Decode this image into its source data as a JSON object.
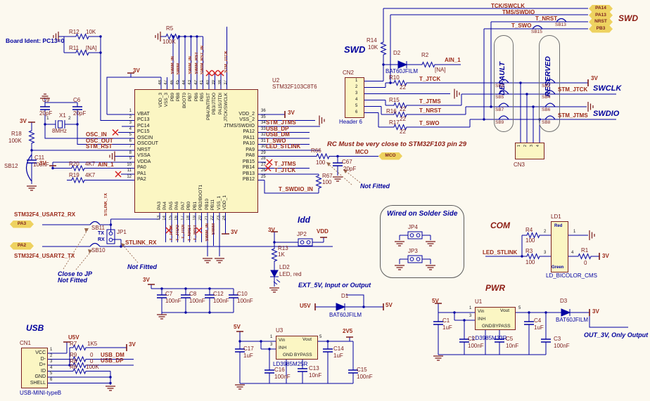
{
  "notes": {
    "board_ident": "Board Ident: PC13=0",
    "rc_close": "RC Must be very close to STM32F103 pin 29",
    "not_fitted": "Not Fitted",
    "close_to_jp": "Close to JP",
    "wired_solder": "Wired on Solder Side",
    "ext_5v": "EXT_5V, Input or Output",
    "out_3v": "OUT_3V, Only Output"
  },
  "rails": {
    "v3": "3V",
    "v5": "5V",
    "v2_5": "2V5",
    "u5v": "U5V",
    "vdd": "VDD"
  },
  "headers": {
    "swd": "SWD",
    "usb": "USB",
    "idd": "Idd",
    "com": "COM",
    "pwr": "PWR",
    "swclk": "SWCLK",
    "swdio": "SWDIO",
    "default_col": "DEFAULT",
    "reserved_col": "RESERVED"
  },
  "u2": {
    "ref": "U2",
    "part": "STM32F103C8T6",
    "left": [
      {
        "n": "1",
        "name": "VBAT"
      },
      {
        "n": "2",
        "name": "PC13"
      },
      {
        "n": "3",
        "name": "PC14"
      },
      {
        "n": "4",
        "name": "PC15"
      },
      {
        "n": "5",
        "name": "OSCIN"
      },
      {
        "n": "6",
        "name": "OSCOUT"
      },
      {
        "n": "7",
        "name": "NRST"
      },
      {
        "n": "8",
        "name": "VSSA"
      },
      {
        "n": "9",
        "name": "VDDA"
      },
      {
        "n": "10",
        "name": "PA0"
      },
      {
        "n": "11",
        "name": "PA1"
      },
      {
        "n": "12",
        "name": "PA2"
      }
    ],
    "right": [
      {
        "n": "36",
        "name": "VDD_2"
      },
      {
        "n": "35",
        "name": "VSS_2"
      },
      {
        "n": "34",
        "name": "JTMS/SWDIO"
      },
      {
        "n": "33",
        "name": "PA12"
      },
      {
        "n": "32",
        "name": "PA11"
      },
      {
        "n": "31",
        "name": "PA10"
      },
      {
        "n": "30",
        "name": "PA9"
      },
      {
        "n": "29",
        "name": "PA8"
      },
      {
        "n": "28",
        "name": "PB15"
      },
      {
        "n": "27",
        "name": "PB14"
      },
      {
        "n": "26",
        "name": "PB13"
      },
      {
        "n": "25",
        "name": "PB12"
      }
    ],
    "top": [
      {
        "n": "48",
        "name": "VDD_3"
      },
      {
        "n": "47",
        "name": "VSS_3"
      },
      {
        "n": "46",
        "name": "PB9"
      },
      {
        "n": "45",
        "name": "PB8"
      },
      {
        "n": "44",
        "name": "BOOT0"
      },
      {
        "n": "43",
        "name": "PB7"
      },
      {
        "n": "42",
        "name": "PB6"
      },
      {
        "n": "41",
        "name": "PB5"
      },
      {
        "n": "40",
        "name": "PB4/JNTRST"
      },
      {
        "n": "39",
        "name": "PB3/JTDO"
      },
      {
        "n": "38",
        "name": "PA15/JTDI"
      },
      {
        "n": "37",
        "name": "JTCK/SWCLK"
      }
    ],
    "bottom": [
      {
        "n": "13",
        "name": "PA3"
      },
      {
        "n": "14",
        "name": "PA4"
      },
      {
        "n": "15",
        "name": "PA5"
      },
      {
        "n": "16",
        "name": "PA6"
      },
      {
        "n": "17",
        "name": "PA7"
      },
      {
        "n": "18",
        "name": "PB0"
      },
      {
        "n": "19",
        "name": "PB1"
      },
      {
        "n": "20",
        "name": "PB2/BOOT1"
      },
      {
        "n": "21",
        "name": "PB10"
      },
      {
        "n": "22",
        "name": "PB11"
      },
      {
        "n": "23",
        "name": "VSS_1"
      },
      {
        "n": "24",
        "name": "VDD_1"
      }
    ]
  },
  "nets": {
    "osc_in": "OSC_IN",
    "osc_out": "OSC_OUT",
    "stm_rst": "STM_RST",
    "ain_1": "AIN_1",
    "stm_jtms": "STM_JTMS",
    "usb_dp": "USB_DP",
    "usb_dm": "USB_DM",
    "t_swo": "T_SWO",
    "led_stlink": "LED_STLINK",
    "t_jtms": "T_JTMS",
    "t_jtck": "T_JTCK",
    "t_swdio_in": "T_SWDIO_IN",
    "mco": "MCO",
    "stm_jtck": "STM_JTCK",
    "t_nrst": "T_NRST",
    "tck_swclk": "TCK/SWCLK",
    "tms_swdio": "TMS/SWDIO",
    "stlink_tx": "STLINK_TX",
    "stlink_rx": "STLINK_RX",
    "usart2_rx": "STM32F4_USART2_RX",
    "usart2_tx": "STM32F4_USART2_TX",
    "swim_in": "SWIM_IN",
    "swim": "SWIM",
    "swim_rst": "SWIM_RST",
    "swim_rst_in": "SWIM_RST_IN",
    "t_jtdo": "T_JTDO",
    "t_jtdi": "T_JTDI",
    "t_jrst": "T_JRST"
  },
  "tags": {
    "pa3": "PA3",
    "pa2": "PA2",
    "pa14": "PA14",
    "pa13": "PA13",
    "nrst": "NRST",
    "pb3": "PB3",
    "mco": "MCO"
  },
  "res": {
    "r1": {
      "r": "R1",
      "v": "0"
    },
    "r2": {
      "r": "R2",
      "v": "[NA]"
    },
    "r3": {
      "r": "R3",
      "v": "100"
    },
    "r4": {
      "r": "R4",
      "v": "100"
    },
    "r5": {
      "r": "R5",
      "v": "100K"
    },
    "r6": {
      "r": "R6",
      "v": "100K"
    },
    "r7": {
      "r": "R7",
      "v": "1K5"
    },
    "r8": {
      "r": "R8",
      "v": "0"
    },
    "r9": {
      "r": "R9",
      "v": "0"
    },
    "r10": {
      "r": "R10",
      "v": "22"
    },
    "r11": {
      "r": "R11",
      "v": "[NA]"
    },
    "r12": {
      "r": "R12",
      "v": "10K"
    },
    "r13": {
      "r": "R13",
      "v": "1K"
    },
    "r14": {
      "r": "R14",
      "v": "10K"
    },
    "r15": {
      "r": "R15",
      "v": "22"
    },
    "r16": {
      "r": "R16",
      "v": "22"
    },
    "r17": {
      "r": "R17",
      "v": "22"
    },
    "r18": {
      "r": "R18",
      "v": "100K"
    },
    "r19": {
      "r": "R19",
      "v": "4K7"
    },
    "r20": {
      "r": "R20",
      "v": "4K7"
    },
    "r66": {
      "r": "R66",
      "v": "100"
    },
    "r67": {
      "r": "R67",
      "v": "100"
    }
  },
  "caps": {
    "c1": {
      "r": "C1",
      "v": "1uF"
    },
    "c2": {
      "r": "C2",
      "v": "100nF"
    },
    "c3": {
      "r": "C3",
      "v": "100nF"
    },
    "c4": {
      "r": "C4",
      "v": "1uF"
    },
    "c5": {
      "r": "C5",
      "v": "10nF"
    },
    "c6": {
      "r": "C6",
      "v": "20pF"
    },
    "c7": {
      "r": "C7",
      "v": "100nF"
    },
    "c8": {
      "r": "C8",
      "v": "100nF"
    },
    "c9": {
      "r": "C9",
      "v": "20pF"
    },
    "c10": {
      "r": "C10",
      "v": "100nF"
    },
    "c11": {
      "r": "C11",
      "v": "100nF"
    },
    "c12": {
      "r": "C12",
      "v": "100nF"
    },
    "c13": {
      "r": "C13",
      "v": "10nF"
    },
    "c14": {
      "r": "C14",
      "v": "1uF"
    },
    "c15": {
      "r": "C15",
      "v": "100nF"
    },
    "c16": {
      "r": "C16",
      "v": "100nF"
    },
    "c17": {
      "r": "C17",
      "v": "1uF"
    },
    "c67": {
      "r": "C67",
      "v": "20pF"
    }
  },
  "xtal": {
    "r": "X1",
    "v": "8MHz",
    "p1": "1",
    "p2": "2"
  },
  "diodes": {
    "d1": {
      "r": "D1",
      "part": "BAT60JFILM"
    },
    "d2": {
      "r": "D2",
      "part": "BAT60JFILM"
    },
    "d3": {
      "r": "D3",
      "part": "BAT60JFILM"
    }
  },
  "leds": {
    "ld2": {
      "r": "LD2",
      "desc": "LED, red"
    },
    "ld1": {
      "r": "LD1",
      "part": "LD_BICOLOR_CMS",
      "red": "Red",
      "green": "Green",
      "p1": "1",
      "p2": "2",
      "p3": "3",
      "p4": "4"
    }
  },
  "regs": {
    "u1": {
      "r": "U1",
      "part": "LD3985M33R",
      "vin": "Vin",
      "vout": "Vout",
      "inh": "INH",
      "gnd": "GND",
      "byp": "BYPASS",
      "p1": "1",
      "p3": "3",
      "p5": "5"
    },
    "u3": {
      "r": "U3",
      "part": "LD3985M25R",
      "vin": "Vin",
      "vout": "Vout",
      "inh": "INH",
      "gnd": "GND",
      "byp": "BYPASS",
      "p1": "1",
      "p3": "3",
      "p5": "5"
    }
  },
  "conns": {
    "cn1": {
      "r": "CN1",
      "part": "USB-MINI-typeB",
      "pins": [
        {
          "n": "1",
          "name": "VCC"
        },
        {
          "n": "2",
          "name": "D-"
        },
        {
          "n": "3",
          "name": "D+"
        },
        {
          "n": "4",
          "name": "ID"
        },
        {
          "n": "5",
          "name": "GND"
        },
        {
          "n": "6",
          "name": "SHELL"
        }
      ]
    },
    "cn2": {
      "r": "CN2",
      "part": "Header 6",
      "pins": [
        "1",
        "2",
        "3",
        "4",
        "5",
        "6"
      ]
    },
    "cn3": {
      "r": "CN3",
      "pins": [
        "1",
        "2",
        "3",
        "4"
      ]
    }
  },
  "jumpers": {
    "jp1": {
      "r": "JP1",
      "tx": "TX",
      "rx": "RX"
    },
    "jp2": "JP2",
    "jp3": "JP3",
    "jp4": "JP4"
  },
  "sb": {
    "s2": "SB2",
    "s3": "SB3",
    "s4": "SB4",
    "s5": "SB5",
    "s6": "SB6",
    "s7": "SB7",
    "s8": "SB8",
    "s9": "SB9",
    "s10": "SB10",
    "s11": "SB11",
    "s12": "SB12",
    "s13": "SB13",
    "s15": "SB15"
  }
}
